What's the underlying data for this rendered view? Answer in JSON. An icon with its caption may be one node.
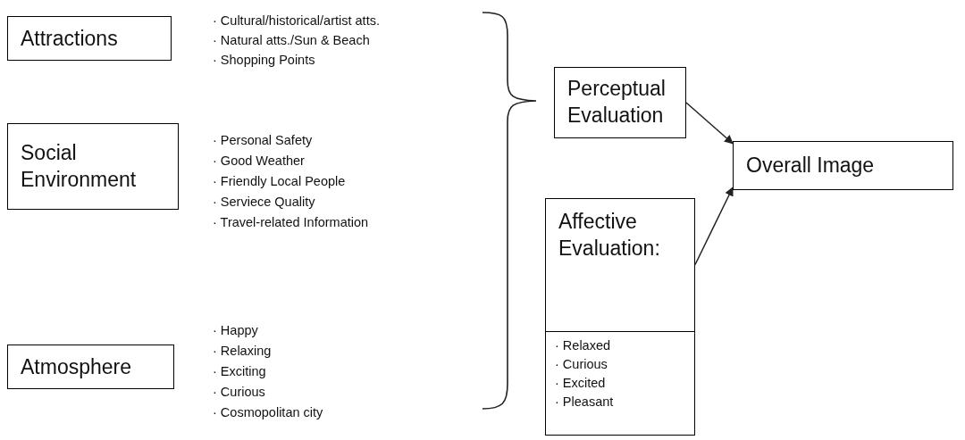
{
  "diagram": {
    "nodes": [
      {
        "text": [
          "Attractions"
        ],
        "beside": [
          "· Cultural/historical/artist atts.",
          "· Natural atts./Sun & Beach",
          "· Shopping Points"
        ]
      },
      {
        "text": [
          "Social Environment"
        ],
        "beside": [
          "· Personal Safety",
          "· Good Weather",
          "· Friendly Local People",
          "· Serviece Quality",
          "· Travel-related Information"
        ]
      },
      {
        "text": [
          "Atmosphere"
        ],
        "beside": [
          "· Happy",
          "· Relaxing",
          "· Exciting",
          "· Curious",
          "· Cosmopolitan city"
        ]
      },
      {
        "text": [
          "Perceptual Evaluation"
        ]
      },
      {
        "text": [
          "Overall Image"
        ]
      },
      {
        "text": [
          "Affective Evaluation:",
          "· Relaxed",
          "· Curious",
          "· Excited",
          "· Pleasant"
        ]
      }
    ],
    "edges": [
      {
        "from": 3,
        "to": 4,
        "arrow": "to"
      },
      {
        "from": 5,
        "to": 4,
        "arrow": "to"
      }
    ]
  }
}
